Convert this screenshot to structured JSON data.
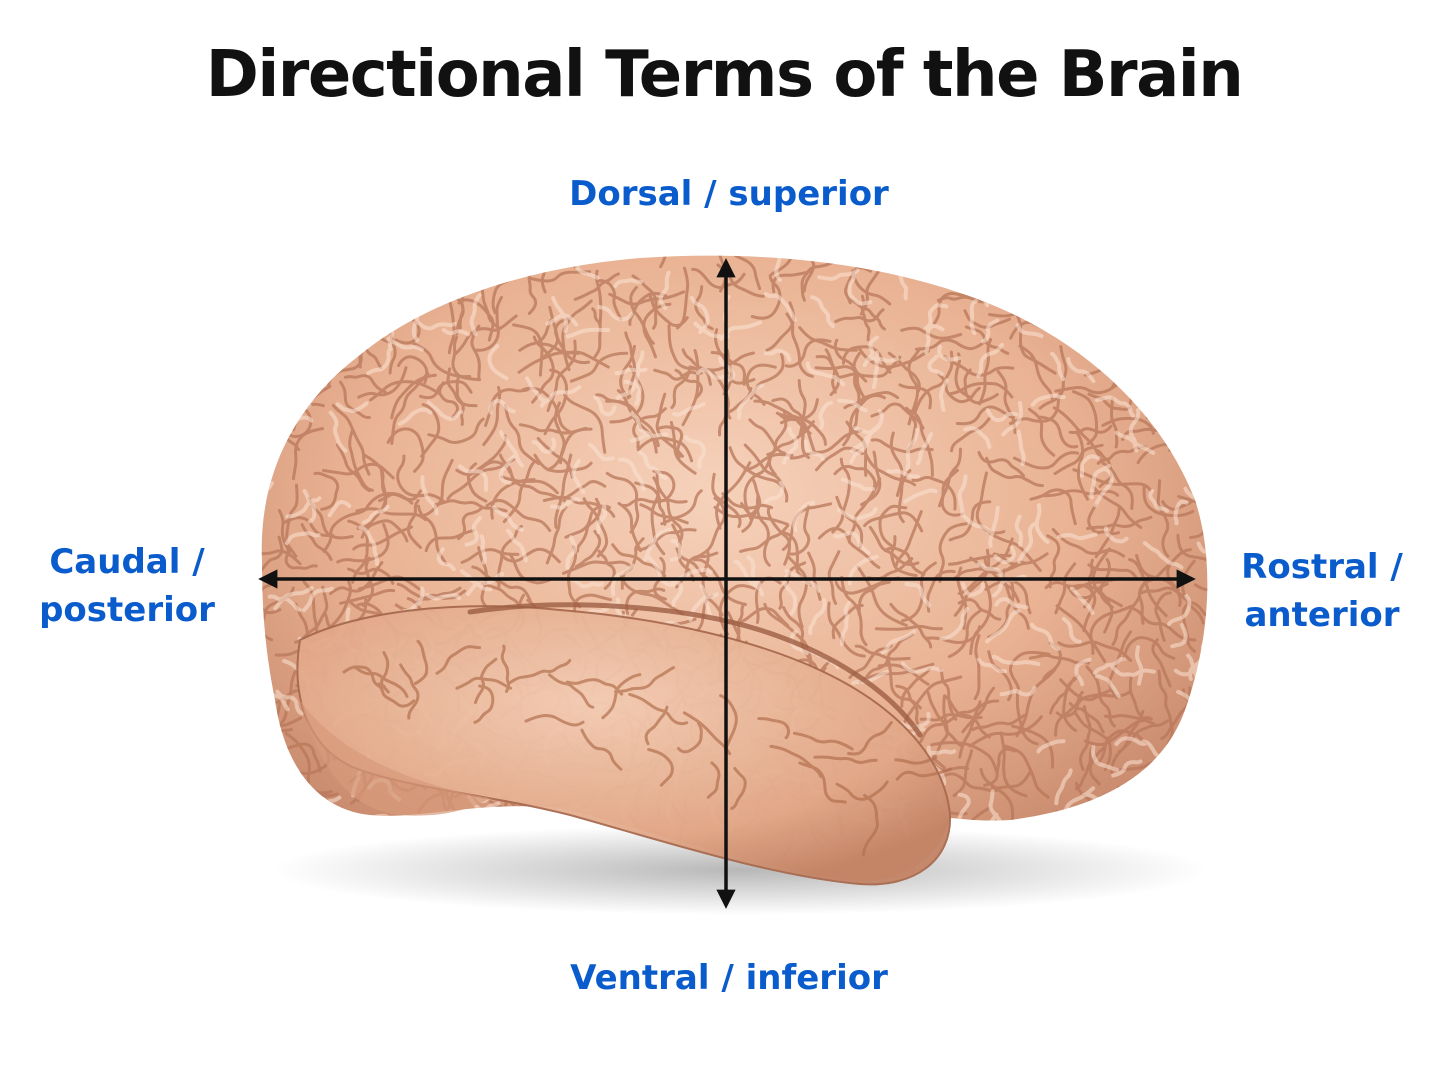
{
  "title": "Directional Terms of the Brain",
  "label_color": "#0a5ccc",
  "axis_color": "#111111",
  "labels": {
    "top": "Dorsal / superior",
    "bottom": "Ventral / inferior",
    "left_line1": "Caudal /",
    "left_line2": "posterior",
    "right_line1": "Rostral /",
    "right_line2": "anterior"
  },
  "brain_colors": {
    "base": "#e9b293",
    "highlight": "#f6d2bb",
    "shadow": "#c98a6d",
    "sulcus": "#b9775a"
  }
}
